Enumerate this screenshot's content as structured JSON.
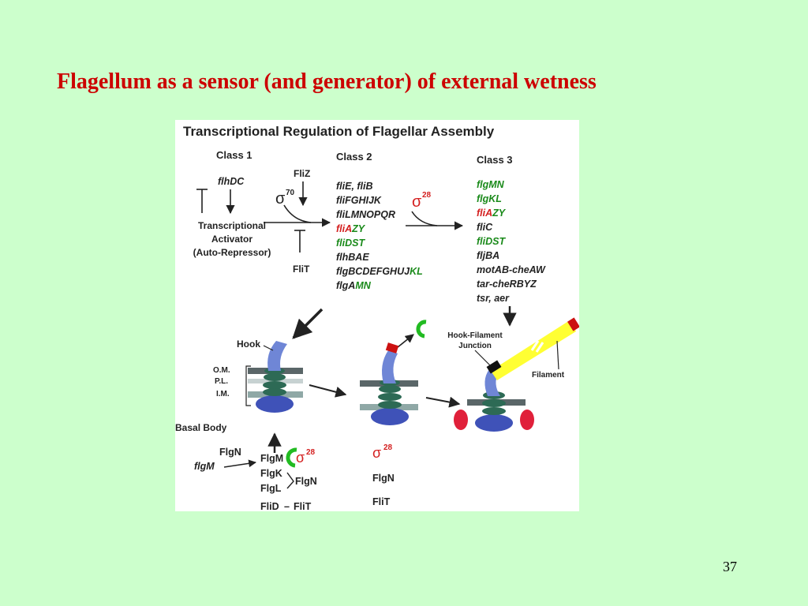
{
  "slide": {
    "title": "Flagellum as a sensor (and generator) of external wetness",
    "page_number": "37"
  },
  "figure": {
    "title": "Transcriptional Regulation of Flagellar Assembly",
    "class1": {
      "heading": "Class 1",
      "gene": "flhDC",
      "activator_lines": [
        "Transcriptional",
        "Activator",
        "(Auto-Repressor)"
      ]
    },
    "regulators": {
      "fliz": "FliZ",
      "flit": "FliT",
      "sigma": "σ",
      "sigma70_num": "70",
      "sigma28_num": "28"
    },
    "class2": {
      "heading": "Class 2",
      "genes": [
        {
          "a": "fliE, fliB",
          "b": "",
          "a_color": "black",
          "b_color": "black"
        },
        {
          "a": "fliFGHIJK",
          "b": "",
          "a_color": "black",
          "b_color": "black"
        },
        {
          "a": "fliLMNOPQR",
          "b": "",
          "a_color": "black",
          "b_color": "black"
        },
        {
          "a": "fliA",
          "b": "ZY",
          "a_color": "red",
          "b_color": "green"
        },
        {
          "a": "fliDST",
          "b": "",
          "a_color": "green",
          "b_color": "black"
        },
        {
          "a": "flhBAE",
          "b": "",
          "a_color": "black",
          "b_color": "black"
        },
        {
          "a": "flgBCDEFGHUJ",
          "b": "KL",
          "a_color": "black",
          "b_color": "green"
        },
        {
          "a": "flgA",
          "b": "MN",
          "a_color": "black",
          "b_color": "green"
        }
      ]
    },
    "class3": {
      "heading": "Class 3",
      "genes": [
        {
          "a": "flgMN",
          "b": "",
          "a_color": "green",
          "b_color": "black"
        },
        {
          "a": "flgKL",
          "b": "",
          "a_color": "green",
          "b_color": "black"
        },
        {
          "a": "fliA",
          "b": "ZY",
          "a_color": "red",
          "b_color": "green"
        },
        {
          "a": "fliC",
          "b": "",
          "a_color": "black",
          "b_color": "black"
        },
        {
          "a": "fliDST",
          "b": "",
          "a_color": "green",
          "b_color": "black"
        },
        {
          "a": "fljBA",
          "b": "",
          "a_color": "black",
          "b_color": "black"
        },
        {
          "a": "motAB-cheAW",
          "b": "",
          "a_color": "black",
          "b_color": "black"
        },
        {
          "a": "tar-cheRBYZ",
          "b": "",
          "a_color": "black",
          "b_color": "black"
        },
        {
          "a": "tsr, aer",
          "b": "",
          "a_color": "black",
          "b_color": "black"
        }
      ]
    },
    "structure_labels": {
      "hook": "Hook",
      "om": "O.M.",
      "pl": "P.L.",
      "im": "I.M.",
      "basal_body": "Basal Body",
      "hook_filament_junction": [
        "Hook-Filament",
        "Junction"
      ],
      "filament": "Filament"
    },
    "bottom_left": {
      "flgn_top": "FlgN",
      "flgm_gene": "flgM",
      "flgm_protein": "FlgM",
      "flgk": "FlgK",
      "flgl": "FlgL",
      "flgn_side": "FlgN",
      "flid": "FliD",
      "dash": "–",
      "flit": "FliT"
    },
    "bottom_mid": {
      "flgn": "FlgN",
      "flit": "FliT"
    },
    "colors": {
      "red_text": "#cc0000",
      "gene_green": "#1a8a1a",
      "gene_red": "#d42020",
      "hook_blue": "#6f86d6",
      "filament_yellow": "#ffff33",
      "background": "#ccffcc"
    }
  }
}
